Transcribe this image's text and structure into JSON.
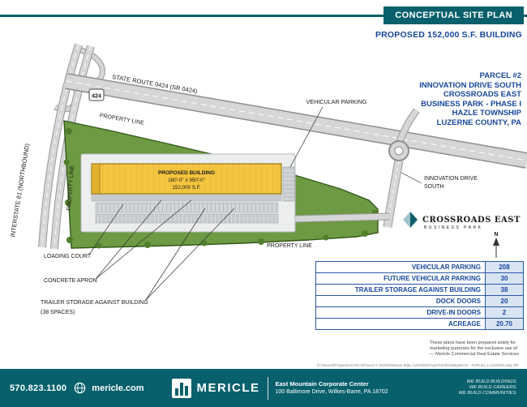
{
  "header": {
    "banner": "CONCEPTUAL SITE PLAN",
    "subtitle": "PROPOSED 152,000 S.F. BUILDING"
  },
  "plan": {
    "state_route": "STATE ROUTE 0424 (SR 0424)",
    "route_shield": "424",
    "interstate": "INTERSTATE 81 (NORTHBOUND)",
    "vehicular_parking": "VEHICULAR PARKING",
    "property_line": "PROPERTY LINE",
    "building": {
      "line1": "PROPOSED BUILDING",
      "line2": "160'-0\" x 950'-0\"",
      "line3": "152,000 S.F."
    },
    "loading_court": "LOADING COURT",
    "concrete_apron": "CONCRETE APRON",
    "trailer_storage_1": "TRAILER STORAGE AGAINST BUILDING",
    "trailer_storage_2": "(38 SPACES)",
    "innovation_drive_1": "INNOVATION DRIVE",
    "innovation_drive_2": "SOUTH",
    "north": "N"
  },
  "parcel": {
    "lines": [
      "PARCEL #2",
      "INNOVATION DRIVE SOUTH",
      "CROSSROADS EAST",
      "BUSINESS PARK - PHASE I",
      "HAZLE TOWNSHIP",
      "LUZERNE COUNTY, PA"
    ]
  },
  "crossroads": {
    "name": "CROSSROADS EAST",
    "sub": "BUSINESS PARK"
  },
  "table": {
    "rows": [
      {
        "label": "VEHICULAR PARKING",
        "value": "208"
      },
      {
        "label": "FUTURE VEHICULAR PARKING",
        "value": "30"
      },
      {
        "label": "TRAILER STORAGE AGAINST BUILDING",
        "value": "38"
      },
      {
        "label": "DOCK DOORS",
        "value": "20"
      },
      {
        "label": "DRIVE-IN DOORS",
        "value": "2"
      },
      {
        "label": "ACREAGE",
        "value": "20.70"
      }
    ]
  },
  "notes": {
    "disclaimer": [
      "These plans have been prepared solely for",
      "marketing purposes for the exclusive use of",
      "— Mericle Commercial Real Estate Services"
    ],
    "file_ref": "O:\\Shared\\Properties\\CRE E\\Parcel 2 (152000)\\Base Bldg. (152000)\\Project\\2005\\Mktg\\IMAG - PARCEL 2 (152000).dwg   WP"
  },
  "footer": {
    "phone": "570.823.1100",
    "website": "mericle.com",
    "logo": "MERICLE",
    "address1": "East Mountain Corporate Center",
    "address2": "100 Baltimore Drive, Wilkes-Barre, PA 18702",
    "tagline": [
      "WE BUILD BUILDINGS.",
      "WE BUILD CAREERS.",
      "WE BUILD COMMUNITIES."
    ]
  }
}
